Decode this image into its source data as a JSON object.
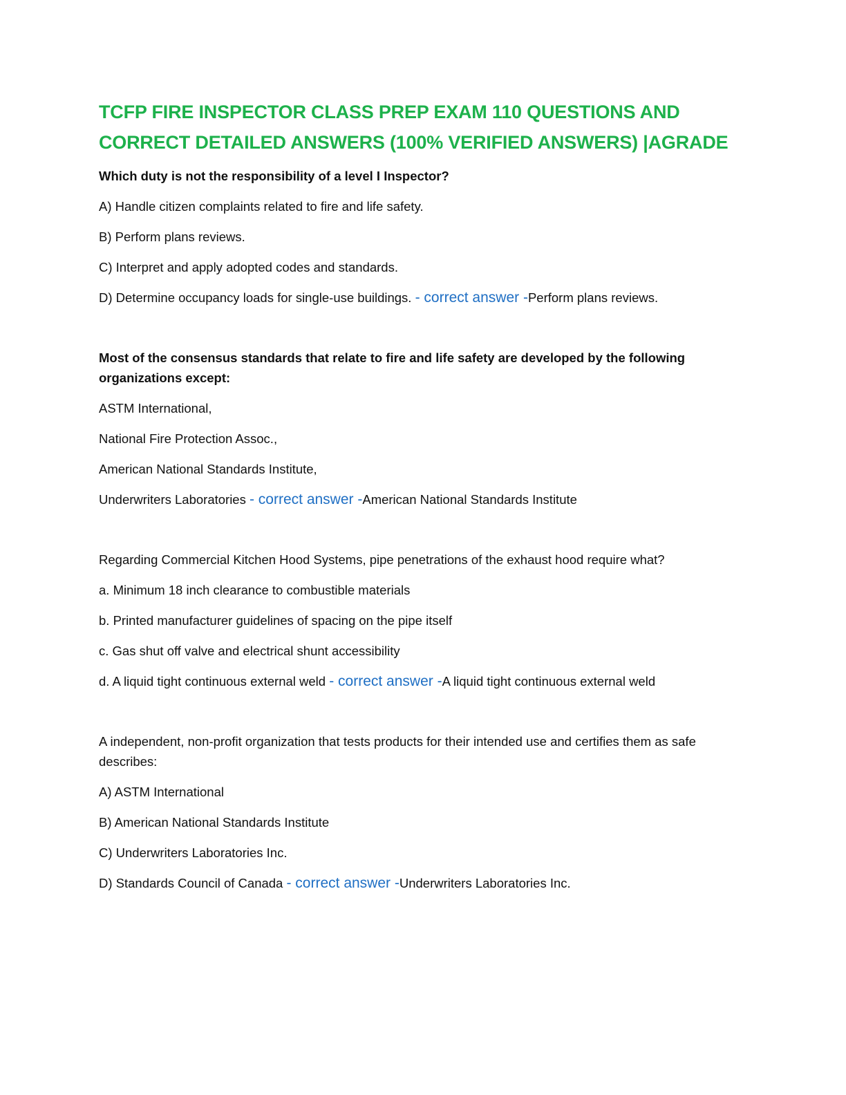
{
  "title": {
    "line1": "TCFP FIRE INSPECTOR CLASS PREP EXAM 110 QUESTIONS AND",
    "line2": "CORRECT DETAILED ANSWERS (100% VERIFIED ANSWERS) |AGRADE"
  },
  "marker_text": "- correct answer -",
  "questions": [
    {
      "text": "Which duty is not the responsibility of a level I Inspector?",
      "options": [
        "A) Handle citizen complaints related to fire and life safety.",
        "B) Perform plans reviews.",
        "C) Interpret and apply adopted codes and standards."
      ],
      "last_option": "D) Determine occupancy loads for single-use buildings. ",
      "answer": "Perform plans reviews."
    },
    {
      "text": "Most of the consensus standards that relate to fire and life safety are developed by the following organizations except:",
      "options": [
        "ASTM International,",
        "National Fire Protection Assoc.,",
        "American National Standards Institute,"
      ],
      "last_option": "Underwriters Laboratories ",
      "answer": "American National Standards Institute"
    },
    {
      "text": "Regarding Commercial Kitchen Hood Systems, pipe penetrations of the exhaust hood require what?",
      "options": [
        " a. Minimum 18 inch clearance to combustible materials",
        "b. Printed manufacturer guidelines of spacing on the pipe itself",
        "c. Gas shut off valve and electrical shunt accessibility"
      ],
      "last_option": "d. A liquid tight continuous external weld ",
      "answer": "A liquid tight continuous external weld"
    },
    {
      "text": "A independent, non-profit organization that tests products for their intended use and certifies them as safe describes:",
      "options": [
        "A) ASTM International",
        "B) American National Standards Institute",
        "C) Underwriters Laboratories Inc."
      ],
      "last_option": "D) Standards Council of Canada ",
      "answer": "Underwriters Laboratories Inc."
    }
  ]
}
